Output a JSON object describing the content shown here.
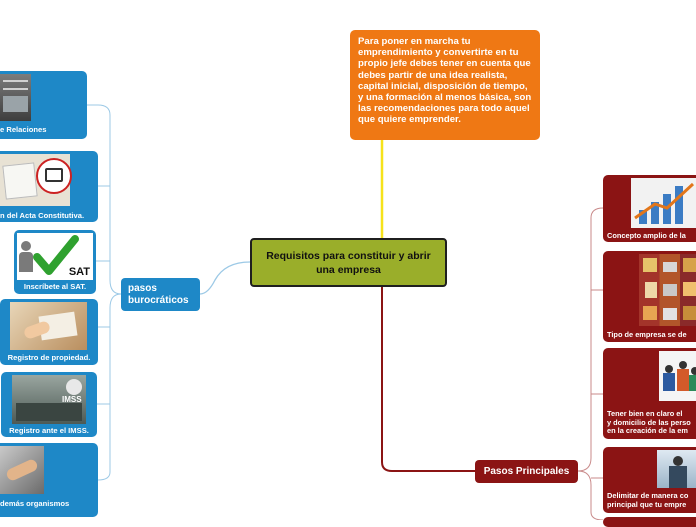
{
  "central_topic": "Requisitos para constituir y abrir una empresa",
  "note": "Para poner en marcha tu emprendimiento y  convertirte en tu propio jefe debes tener en cuenta que debes partir de una idea realista, capital inicial, disposición de tiempo, y una formación al menos básica, son las recomendaciones para todo aquel que quiere emprender.",
  "left_branch": {
    "label": "pasos burocráticos",
    "items": [
      {
        "label": "e Relaciones"
      },
      {
        "label": "n del Acta Constitutiva."
      },
      {
        "label": "Inscríbete al SAT.",
        "icon_text": "SAT"
      },
      {
        "label": "Registro de propiedad."
      },
      {
        "label": "Registro ante el IMSS.",
        "icon_text": "IMSS"
      },
      {
        "label": "demás organismos"
      }
    ]
  },
  "right_branch": {
    "label": "Pasos Principales",
    "items": [
      {
        "label": "Concepto amplio de la"
      },
      {
        "label": "Tipo de empresa se de"
      },
      {
        "label": "Tener bien en claro el\ny domicilio de las perso\nen la creación de la em"
      },
      {
        "label": "Delimitar de manera co\nprincipal que tu empre"
      }
    ]
  },
  "colors": {
    "central": "#9aae2a",
    "note": "#ef7814",
    "left_branch": "#1e88c7",
    "right_branch": "#8b1414",
    "note_connector": "#f6e21a"
  }
}
